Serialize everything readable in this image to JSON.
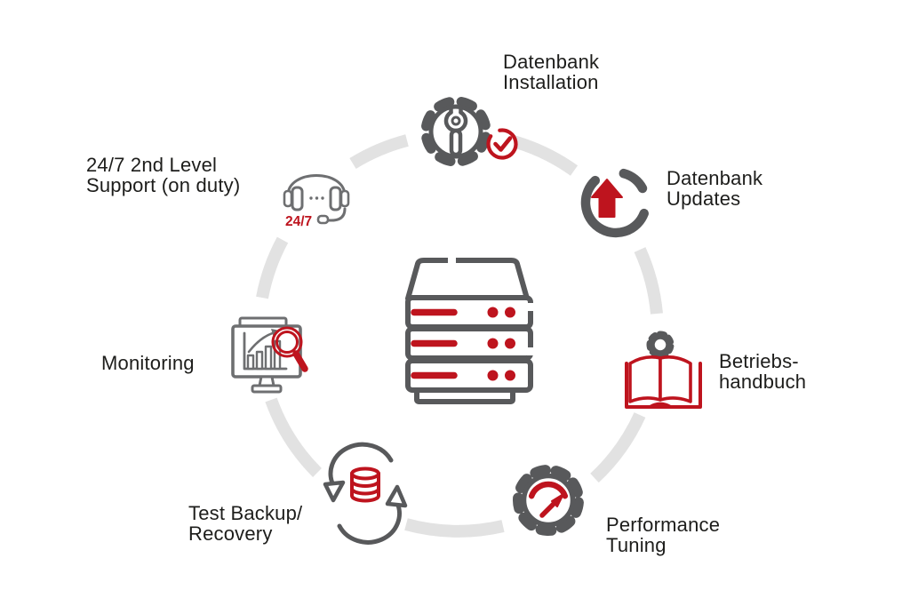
{
  "cycle": {
    "installation": {
      "line1": "Datenbank",
      "line2": "Installation"
    },
    "updates": {
      "line1": "Datenbank",
      "line2": "Updates"
    },
    "handbuch": {
      "line1": "Betriebs-",
      "line2": "handbuch"
    },
    "performance": {
      "line1": "Performance",
      "line2": "Tuning"
    },
    "backup": {
      "line1": "Test Backup/",
      "line2": "Recovery"
    },
    "monitoring": {
      "line1": "Monitoring"
    },
    "support": {
      "line1": "24/7 2nd Level",
      "line2": "Support (on duty)",
      "badge": "24/7"
    }
  },
  "icons": {
    "center": "server-rack-icon",
    "installation": "gear-wrench-check-icon",
    "updates": "update-arrow-circle-icon",
    "handbuch": "handbook-gear-icon",
    "performance": "gauge-gear-icon",
    "backup": "sync-database-icon",
    "monitoring": "chart-magnifier-monitor-icon",
    "support": "headset-icon"
  },
  "colors": {
    "accent_red": "#BE141E",
    "icon_gray": "#58595B",
    "icon_gray_light": "#6E6F71",
    "ring_gray": "#E2E2E2",
    "text": "#1D1D1B",
    "background": "#FFFFFF"
  }
}
